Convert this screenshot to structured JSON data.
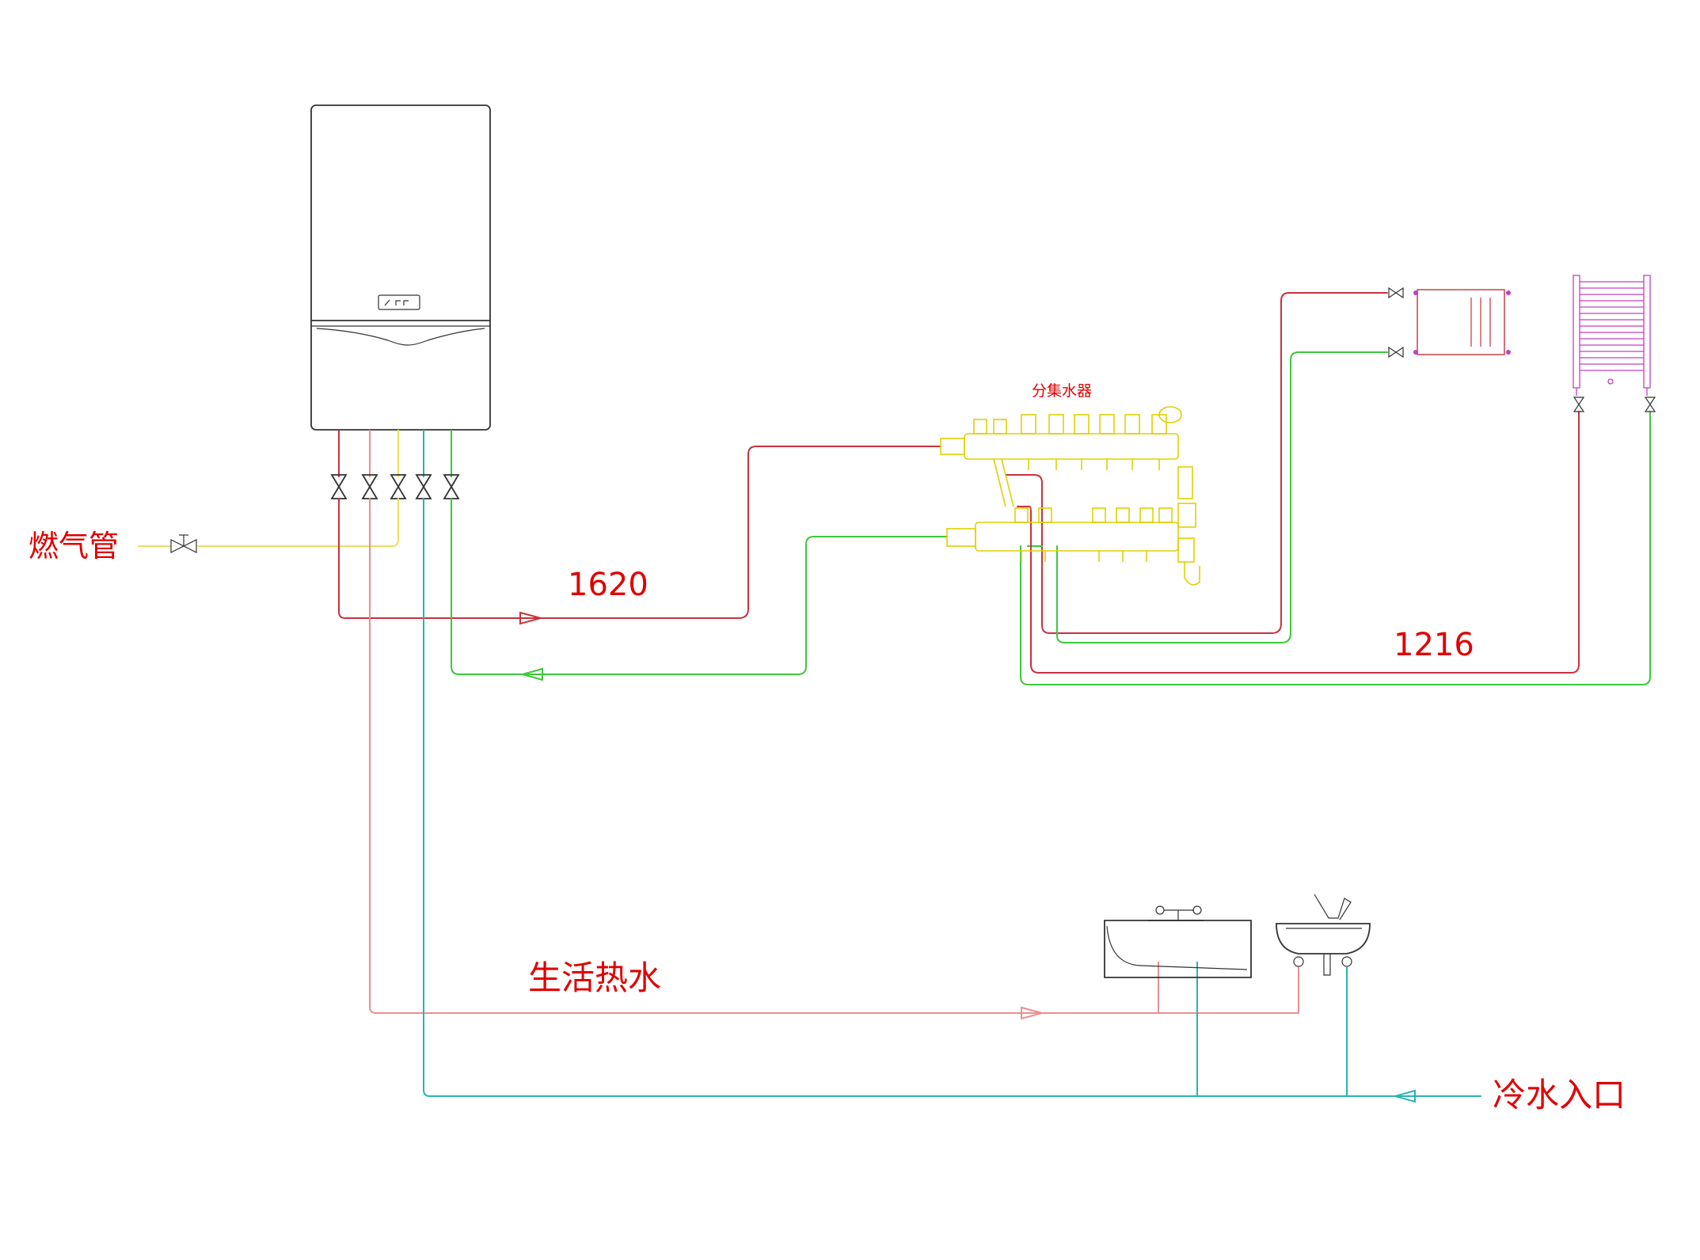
{
  "labels": {
    "gas_pipe": "燃气管",
    "pipe_1620": "1620",
    "manifold": "分集水器",
    "pipe_1216": "1216",
    "domestic_hot_water": "生活热水",
    "cold_water_inlet": "冷水入口"
  },
  "colors": {
    "supply": "#c8323c",
    "return": "#3cc83c",
    "gas": "#e8e060",
    "cold": "#28b4b4",
    "hot_domestic": "#e89090",
    "manifold": "#e0d000",
    "towel_rail": "#c040c0",
    "label": "#e00000"
  }
}
